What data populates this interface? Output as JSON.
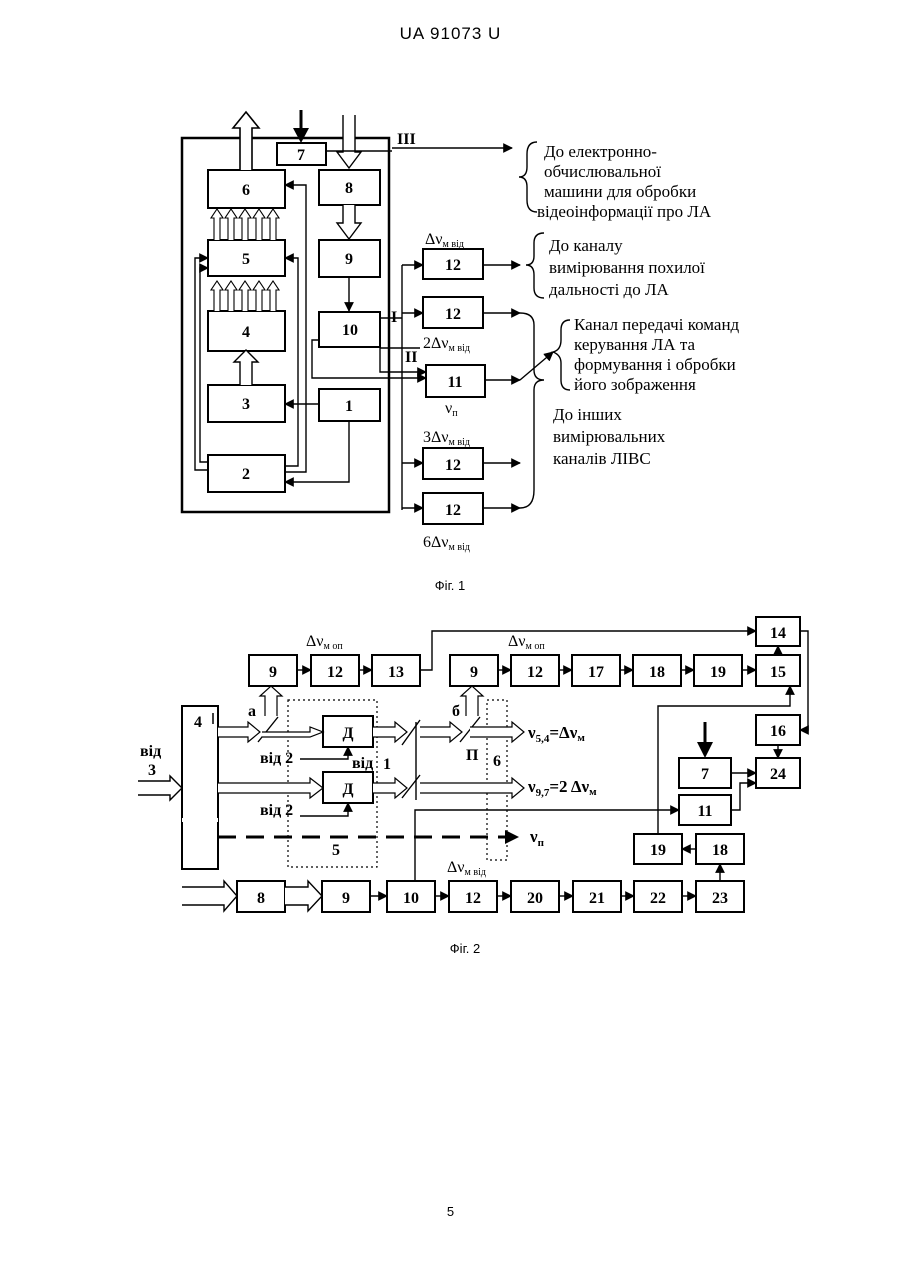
{
  "header": {
    "patent": "UA   91073   U"
  },
  "page_number": "5",
  "fig1": {
    "caption": "Фіг. 1",
    "blocks": {
      "b1": "1",
      "b2": "2",
      "b3": "3",
      "b4": "4",
      "b5": "5",
      "b6": "6",
      "b7": "7",
      "b8": "8",
      "b9": "9",
      "b10": "10",
      "b11": "11",
      "b12a": "12",
      "b12b": "12",
      "b12c": "12",
      "b12d": "12"
    },
    "labels": {
      "out_iii": "III",
      "out_i": "I",
      "out_ii": "II",
      "dv1_sym": "Δν",
      "dv1_sub": "м від",
      "dv2_sym": "2Δν",
      "dv2_sub": "м від",
      "nu_sym": "ν",
      "nu_sub": "п",
      "dv3_sym": "3Δν",
      "dv3_sub": "м від",
      "dv6_sym": "6Δν",
      "dv6_sub": "м від"
    },
    "notes": {
      "computer": [
        "До електронно-",
        "обчислювальної",
        "машини для обробки",
        "відеоінформації про ЛА"
      ],
      "range": [
        "До каналу",
        "вимірювання похилої",
        "дальності до ЛА"
      ],
      "command": [
        "Канал передачі команд",
        "керування ЛА та",
        "формування і обробки",
        "його зображення"
      ],
      "other": [
        "До інших",
        "вимірювальних",
        "каналів ЛІВС"
      ]
    }
  },
  "fig2": {
    "caption": "Фіг. 2",
    "blocks": {
      "b4": "4",
      "b5": "5",
      "b6": "6",
      "b7": "7",
      "b8": "8",
      "b9a": "9",
      "b9b": "9",
      "b9c": "9",
      "b10": "10",
      "b11": "11",
      "b12a": "12",
      "b12b": "12",
      "b12c": "12",
      "b13": "13",
      "b14": "14",
      "b15": "15",
      "b16": "16",
      "b17": "17",
      "b18a": "18",
      "b18b": "18",
      "b19a": "19",
      "b19b": "19",
      "b20": "20",
      "b21": "21",
      "b22": "22",
      "b23": "23",
      "b24": "24",
      "d1": "Д",
      "d2": "Д"
    },
    "labels": {
      "from3_top": "від",
      "from3_num": "3",
      "a": "а",
      "b": "б",
      "p": "П",
      "one": "1",
      "from2_a": "від 2",
      "from1": "від",
      "from2_b": "від 2",
      "dv_op1_sym": "Δν",
      "dv_op1_sub": "м оп",
      "dv_op2_sym": "Δν",
      "dv_op2_sub": "м оп",
      "dv_vid_sym": "Δν",
      "dv_vid_sub": "м від",
      "nu54": "ν",
      "nu54_sub": "5,4",
      "nu54_eq": "=Δν",
      "nu54_eq_sub": "м",
      "nu97": "ν",
      "nu97_sub": "9,7",
      "nu97_eq": "=2 Δν",
      "nu97_eq_sub": "м",
      "nu_p": "ν",
      "nu_p_sub": "п"
    }
  }
}
